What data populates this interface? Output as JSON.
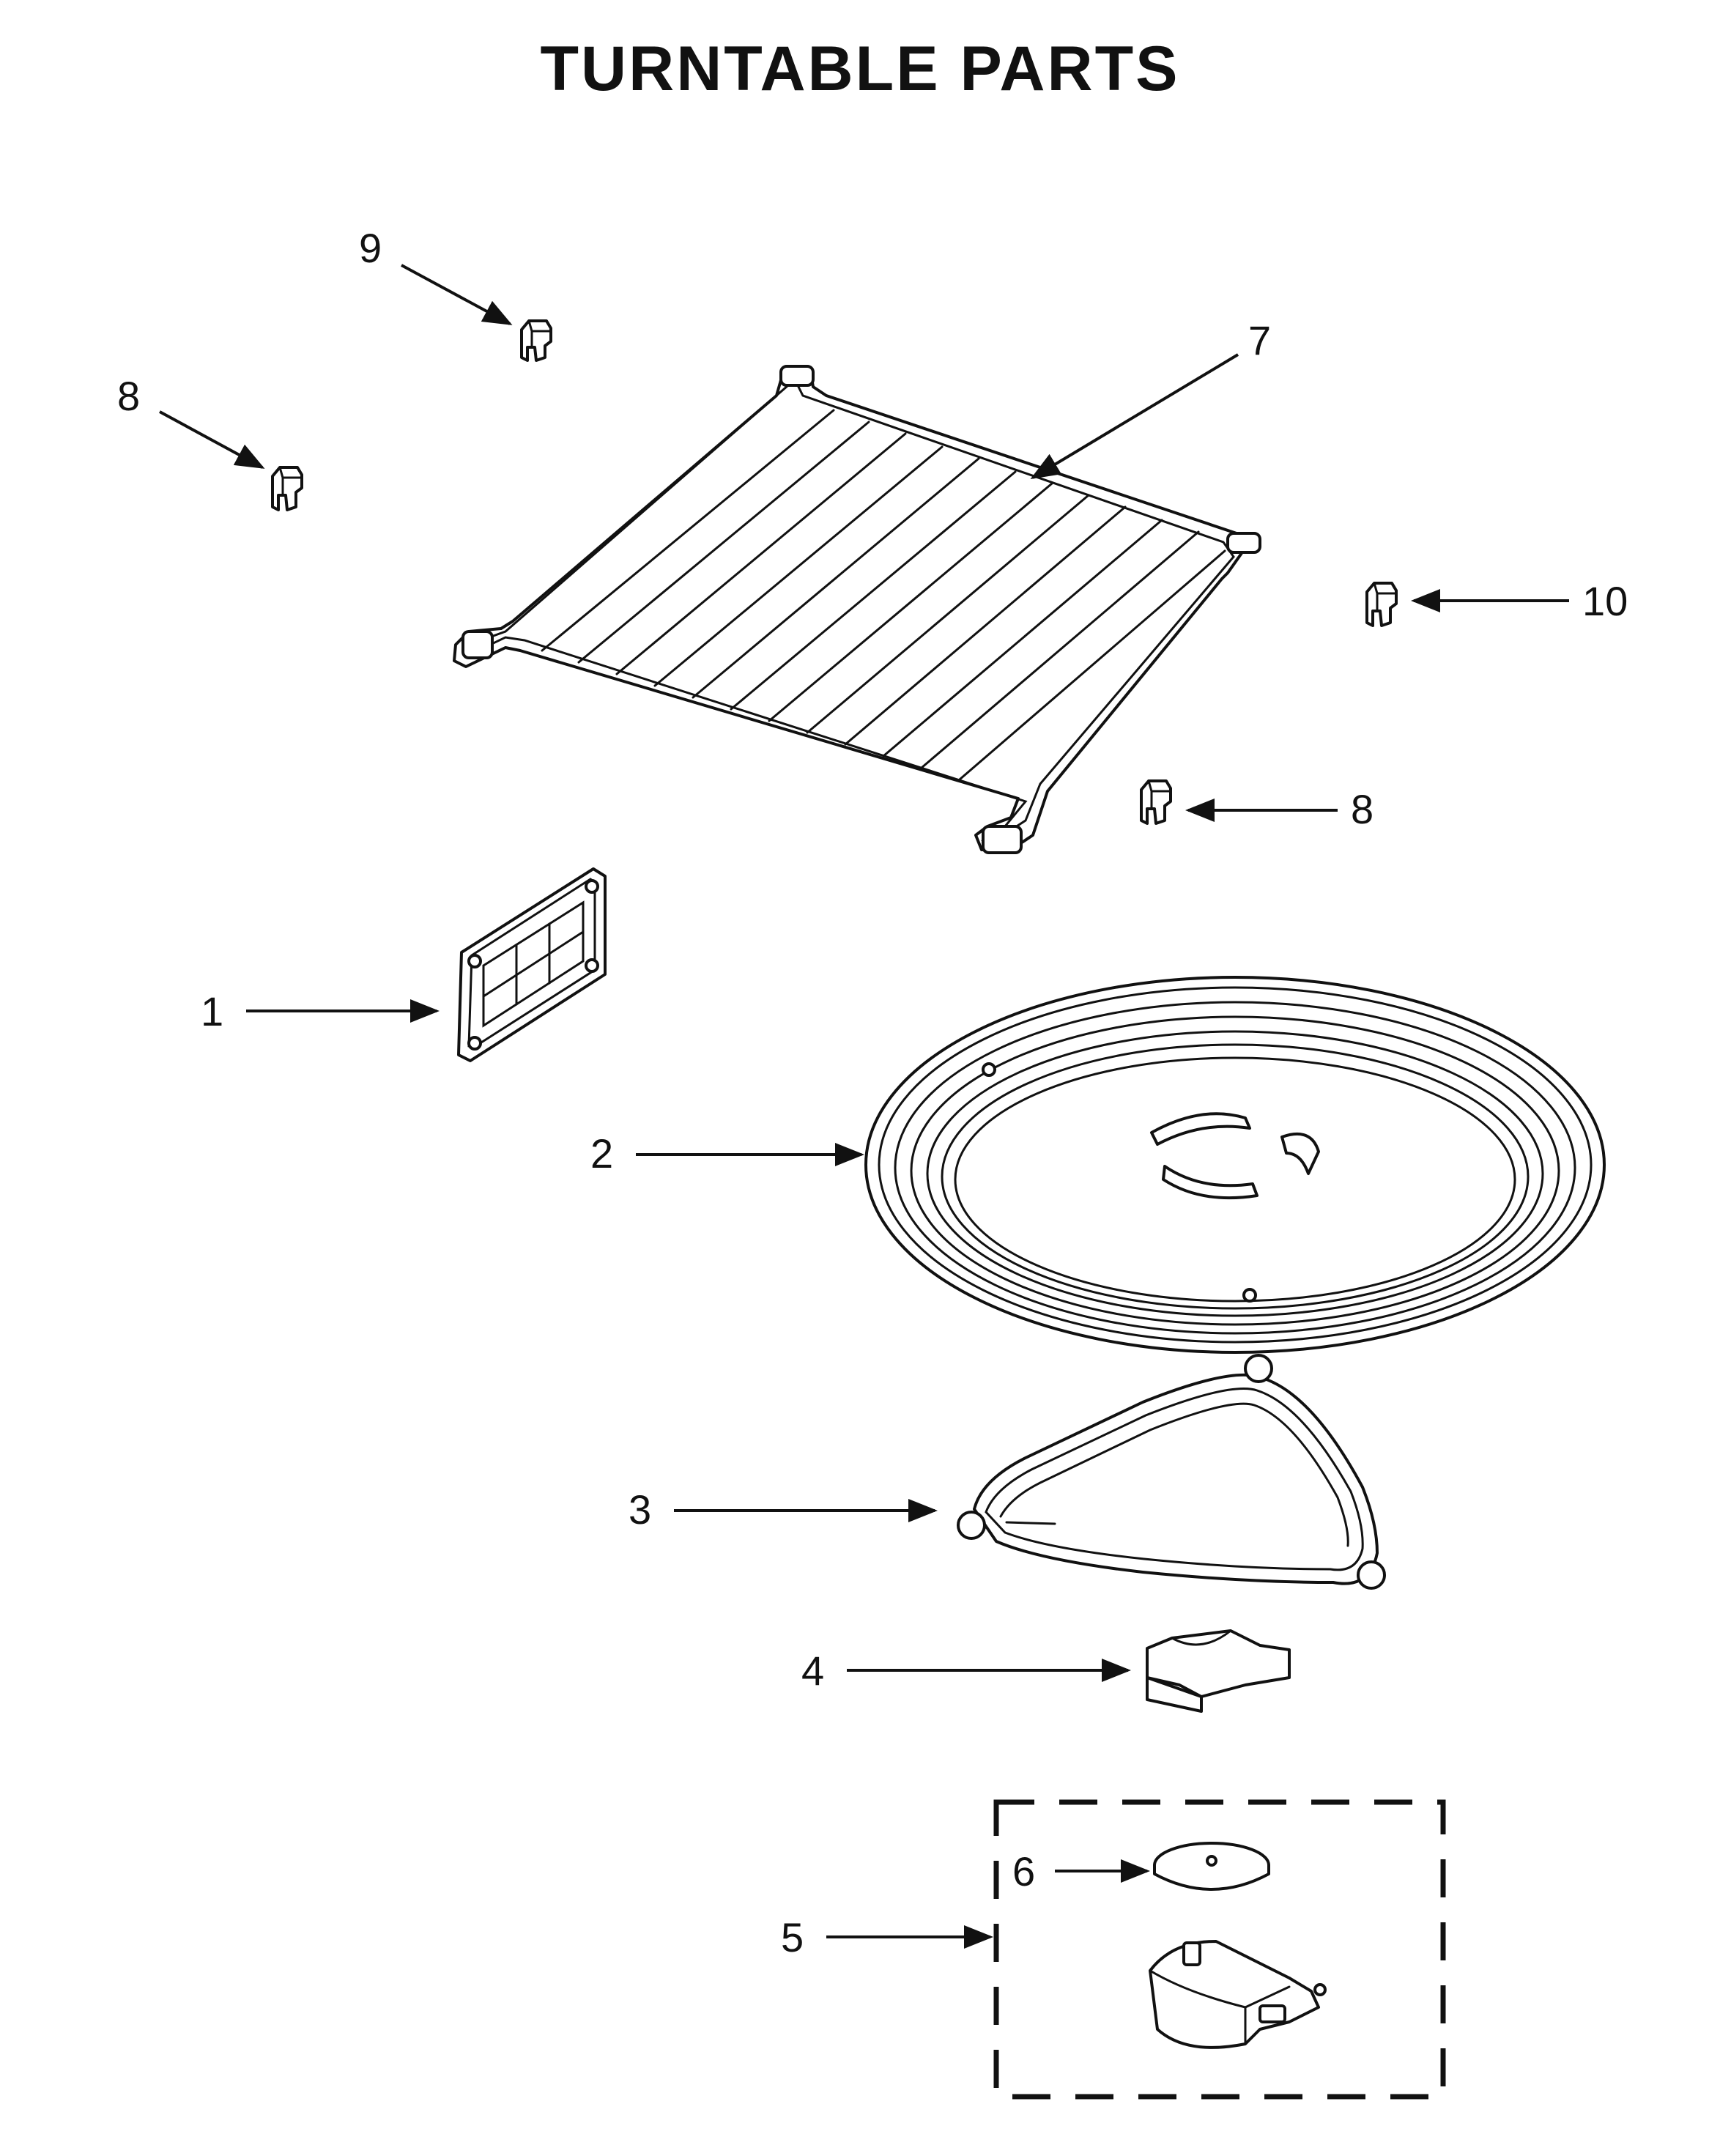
{
  "title": "TURNTABLE PARTS",
  "callouts": [
    {
      "id": "c9",
      "label": "9",
      "part": "rack-support-clip"
    },
    {
      "id": "c8a",
      "label": "8",
      "part": "rack-support-clip"
    },
    {
      "id": "c7",
      "label": "7",
      "part": "wire-rack"
    },
    {
      "id": "c10",
      "label": "10",
      "part": "rack-support-clip"
    },
    {
      "id": "c8b",
      "label": "8",
      "part": "rack-support-clip"
    },
    {
      "id": "c1",
      "label": "1",
      "part": "filter-cover"
    },
    {
      "id": "c2",
      "label": "2",
      "part": "turntable-tray"
    },
    {
      "id": "c3",
      "label": "3",
      "part": "roller-ring"
    },
    {
      "id": "c4",
      "label": "4",
      "part": "turntable-coupler"
    },
    {
      "id": "c6",
      "label": "6",
      "part": "motor-cap"
    },
    {
      "id": "c5",
      "label": "5",
      "part": "turntable-motor-kit"
    }
  ],
  "colors": {
    "line": "#111111",
    "background": "#ffffff"
  }
}
